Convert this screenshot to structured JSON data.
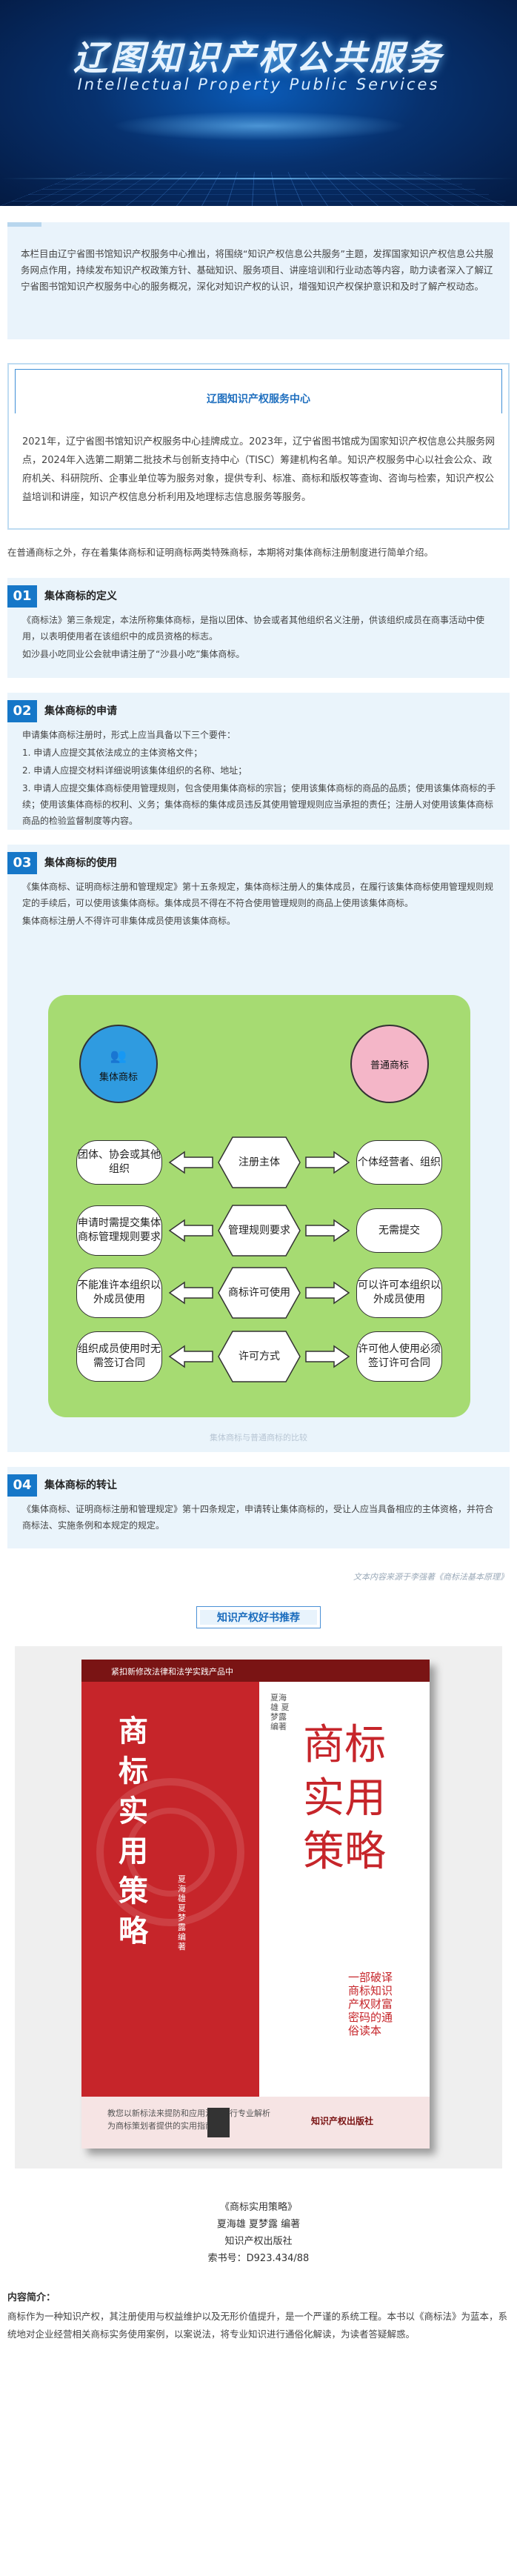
{
  "banner": {
    "title": "辽图知识产权公共服务",
    "subtitle": "Intellectual Property Public Services"
  },
  "intro": {
    "text": "本栏目由辽宁省图书馆知识产权服务中心推出，将围绕“知识产权信息公共服务”主题，发挥国家知识产权信息公共服务网点作用，持续发布知识产权政策方针、基础知识、服务项目、讲座培训和行业动态等内容，助力读者深入了解辽宁省图书馆知识产权服务中心的服务概况，深化对知识产权的认识，增强知识产权保护意识和及时了解产权动态。"
  },
  "center": {
    "title": "辽图知识产权服务中心",
    "text": "2021年，辽宁省图书馆知识产权服务中心挂牌成立。2023年，辽宁省图书馆成为国家知识产权信息公共服务网点，2024年入选第二期第二批技术与创新支持中心（TISC）筹建机构名单。知识产权服务中心以社会公众、政府机关、科研院所、企事业单位等为服务对象，提供专利、标准、商标和版权等查询、咨询与检索，知识产权公益培训和讲座，知识产权信息分析利用及地理标志信息服务等服务。"
  },
  "lead": "在普通商标之外，存在着集体商标和证明商标两类特殊商标，本期将对集体商标注册制度进行简单介绍。",
  "sections": [
    {
      "num": "01",
      "title": "集体商标的定义",
      "paras": [
        "《商标法》第三条规定，本法所称集体商标，是指以团体、协会或者其他组织名义注册，供该组织成员在商事活动中使用，以表明使用者在该组织中的成员资格的标志。",
        "如沙县小吃同业公会就申请注册了“沙县小吃”集体商标。"
      ]
    },
    {
      "num": "02",
      "title": "集体商标的申请",
      "paras": [
        "申请集体商标注册时，形式上应当具备以下三个要件：",
        "1. 申请人应提交其依法成立的主体资格文件；",
        "2. 申请人应提交材料详细说明该集体组织的名称、地址；",
        "3. 申请人应提交集体商标使用管理规则，包含使用集体商标的宗旨；使用该集体商标的商品的品质；使用该集体商标的手续；使用该集体商标的权利、义务；集体商标的集体成员违反其使用管理规则应当承担的责任；注册人对使用该集体商标商品的检验监督制度等内容。"
      ]
    },
    {
      "num": "03",
      "title": "集体商标的使用",
      "paras": [
        "《集体商标、证明商标注册和管理规定》第十五条规定，集体商标注册人的集体成员，在履行该集体商标使用管理规则规定的手续后，可以使用该集体商标。集体成员不得在不符合使用管理规则的商品上使用该集体商标。",
        "集体商标注册人不得许可非集体成员使用该集体商标。"
      ]
    },
    {
      "num": "04",
      "title": "集体商标的转让",
      "paras": [
        "《集体商标、证明商标注册和管理规定》第十四条规定，申请转让集体商标的，受让人应当具备相应的主体资格，并符合商标法、实施条例和本规定的规定。"
      ]
    }
  ],
  "diagram": {
    "left_circle": "集体商标",
    "right_circle": "普通商标",
    "rows": [
      {
        "left": "团体、协会或其他组织",
        "middle": "注册主体",
        "right": "个体经营者、组织"
      },
      {
        "left": "申请时需提交集体商标管理规则要求",
        "middle": "管理规则要求",
        "right": "无需提交"
      },
      {
        "left": "不能准许本组织以外成员使用",
        "middle": "商标许可使用",
        "right": "可以许可本组织以外成员使用"
      },
      {
        "left": "组织成员使用时无需签订合同",
        "middle": "许可方式",
        "right": "许可他人使用必须签订许可合同"
      }
    ],
    "caption": "集体商标与普通商标的比较",
    "colors": {
      "background": "#a6db72",
      "left_circle": "#2f9be0",
      "right_circle": "#f4b6c8"
    }
  },
  "source": "文本内容来源于李强著《商标法基本原理》",
  "recommend": {
    "tag": "知识产权好书推荐",
    "cover": {
      "top_band": "紧扣新修改法律和法学实践产品中",
      "spine_title": "商标实用策略",
      "big_title": "商标实用策略",
      "authors_right": "夏海雄 夏梦露 编著",
      "authors_left": "夏海雄 夏梦露 编著",
      "slogan": "一部破译商标知识产权财富密码的通俗读本",
      "bottom_line1": "教您以新标法来提防和应用法规进行专业解析",
      "bottom_line2": "为商标策划者提供的实用指南",
      "publisher": "知识产权出版社"
    },
    "info": [
      "《商标实用策略》",
      "夏海雄 夏梦露 编著",
      "知识产权出版社",
      "索书号：D923.434/88"
    ],
    "desc_title": "内容简介：",
    "desc": "商标作为一种知识产权，其注册使用与权益维护以及无形价值提升，是一个严谨的系统工程。本书以《商标法》为蓝本，系统地对企业经营相关商标实务使用案例，以案说法，将专业知识进行通俗化解读，为读者答疑解惑。"
  }
}
